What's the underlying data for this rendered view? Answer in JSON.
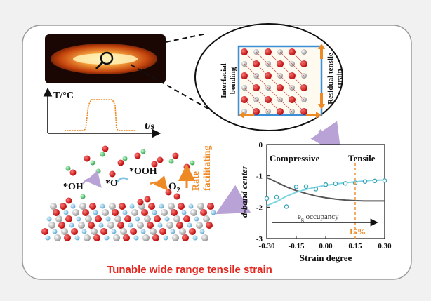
{
  "inset_plot": {
    "y_axis_label": "T/°C",
    "x_axis_label": "t/s"
  },
  "lattice_box": {
    "left_label_line1": "Interfacial",
    "left_label_line2": "bonding",
    "right_label_line1": "Residual tensile",
    "right_label_line2": "strain"
  },
  "oer_scheme": {
    "species_oh": "*OH",
    "species_o": "*O",
    "species_ooh": "*OOH",
    "species_o2": "O",
    "species_o2_sub": "2",
    "rate_line1": "Rate",
    "rate_line2": "facilitating"
  },
  "chart_data": {
    "type": "scatter",
    "xlabel": "Strain degree",
    "ylabel": "d-band center",
    "xlim": [
      -0.3,
      0.3
    ],
    "ylim": [
      -3,
      0
    ],
    "x_ticks": [
      "-0.30",
      "-0.15",
      "0.00",
      "0.15",
      "0.30"
    ],
    "y_ticks": [
      "0",
      "-1",
      "-2",
      "-3"
    ],
    "region_labels": [
      "Compressive",
      "Tensile"
    ],
    "arrow_label": "e",
    "arrow_label_sub": "g",
    "arrow_label_rest": " occupancy",
    "marker_label": "15%",
    "marker_x": 0.15,
    "series": [
      {
        "x": [
          -0.3,
          -0.25,
          -0.2,
          -0.15,
          -0.1,
          -0.05,
          0.0,
          0.05,
          0.1,
          0.15,
          0.2,
          0.25,
          0.3
        ],
        "y": [
          -1.72,
          -1.68,
          -1.98,
          -1.35,
          -1.34,
          -1.42,
          -1.28,
          -1.25,
          -1.24,
          -1.22,
          -1.18,
          -1.16,
          -1.15
        ]
      }
    ],
    "fit_curve": {
      "x": [
        -0.3,
        -0.25,
        -0.2,
        -0.15,
        -0.1,
        -0.05,
        0.0,
        0.05,
        0.1,
        0.15,
        0.2,
        0.25,
        0.3
      ],
      "y": [
        -1.95,
        -1.82,
        -1.65,
        -1.52,
        -1.43,
        -1.36,
        -1.3,
        -1.26,
        -1.22,
        -1.19,
        -1.16,
        -1.14,
        -1.13
      ]
    },
    "trend_curve": {
      "x": [
        -0.3,
        -0.25,
        -0.2,
        -0.15,
        -0.1,
        -0.05,
        0.0,
        0.05,
        0.1,
        0.15,
        0.2,
        0.25,
        0.3
      ],
      "y": [
        -1.05,
        -1.2,
        -1.35,
        -1.47,
        -1.56,
        -1.64,
        -1.7,
        -1.74,
        -1.77,
        -1.79,
        -1.8,
        -1.8,
        -1.8
      ]
    }
  },
  "footer": {
    "caption": "Tunable wide range tensile strain"
  },
  "colors": {
    "accent_red": "#e4261f",
    "frame_blue": "#3b8fd6",
    "fit_cyan": "#7ed6e3",
    "marker_orange": "#ee8a26"
  }
}
